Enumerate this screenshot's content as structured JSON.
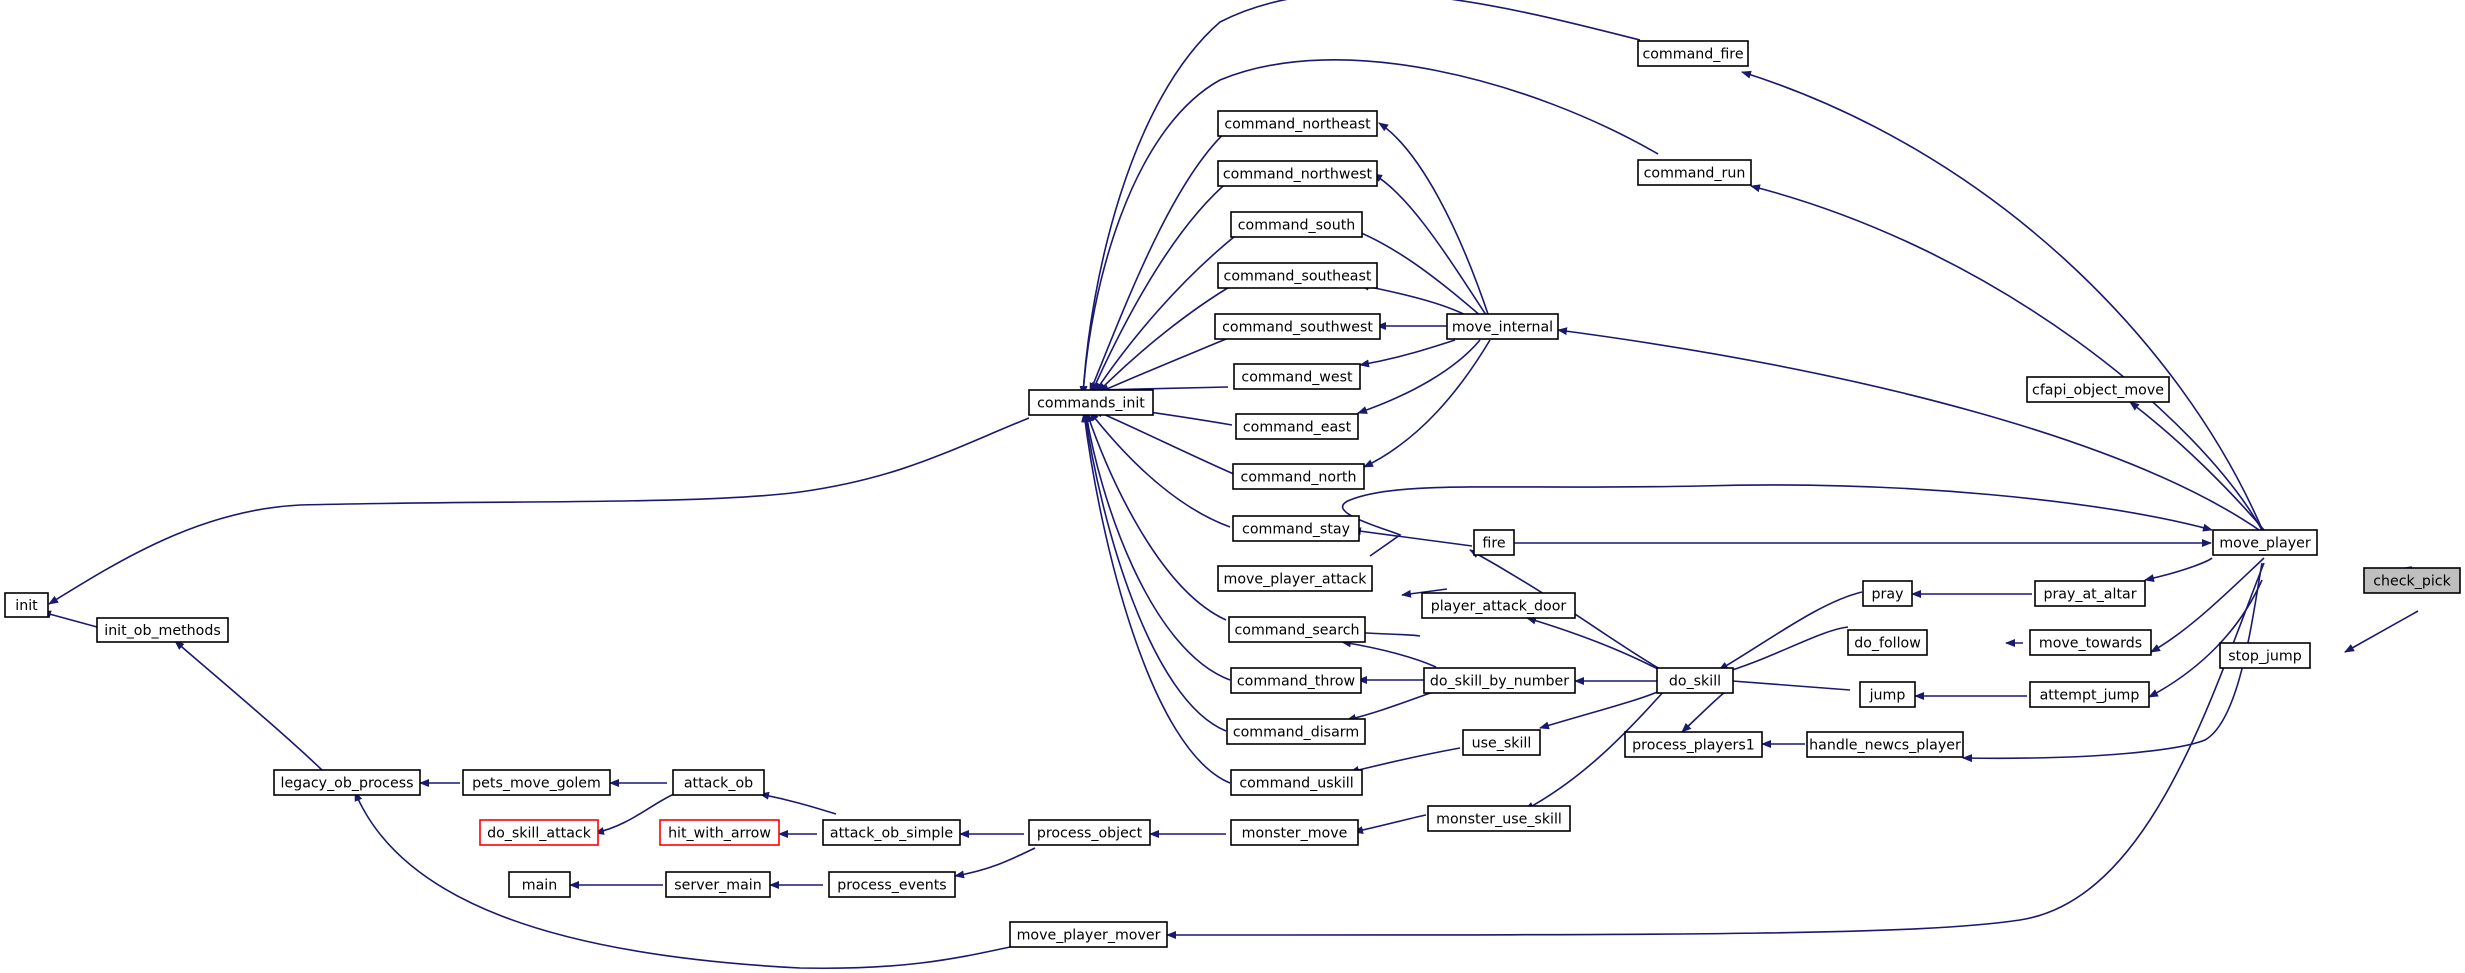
{
  "graph": {
    "colors": {
      "edge": "#191970",
      "box_border": "#000000",
      "broken_border": "#ff0000",
      "highlight_fill": "#bfbfbf"
    },
    "nodes": {
      "init": "init",
      "init_ob_methods": "init_ob_methods",
      "legacy_ob_process": "legacy_ob_process",
      "pets_move_golem": "pets_move_golem",
      "do_skill_attack": "do_skill_attack",
      "attack_ob": "attack_ob",
      "hit_with_arrow": "hit_with_arrow",
      "attack_ob_simple": "attack_ob_simple",
      "main": "main",
      "server_main": "server_main",
      "process_events": "process_events",
      "process_object": "process_object",
      "move_player_mover": "move_player_mover",
      "commands_init": "commands_init",
      "command_northeast": "command_northeast",
      "command_northwest": "command_northwest",
      "command_south": "command_south",
      "command_southeast": "command_southeast",
      "command_southwest": "command_southwest",
      "command_west": "command_west",
      "command_east": "command_east",
      "command_north": "command_north",
      "command_stay": "command_stay",
      "move_player_attack": "move_player_attack",
      "command_search": "command_search",
      "command_throw": "command_throw",
      "command_disarm": "command_disarm",
      "command_uskill": "command_uskill",
      "monster_move": "monster_move",
      "move_internal": "move_internal",
      "fire": "fire",
      "player_attack_door": "player_attack_door",
      "do_skill_by_number": "do_skill_by_number",
      "use_skill": "use_skill",
      "monster_use_skill": "monster_use_skill",
      "command_fire": "command_fire",
      "command_run": "command_run",
      "cfapi_object_move": "cfapi_object_move",
      "do_skill": "do_skill",
      "process_players1": "process_players1",
      "pray": "pray",
      "do_follow": "do_follow",
      "jump": "jump",
      "handle_newcs_player": "handle_newcs_player",
      "pray_at_altar": "pray_at_altar",
      "move_towards": "move_towards",
      "attempt_jump": "attempt_jump",
      "move_player": "move_player",
      "stop_jump": "stop_jump",
      "check_pick": "check_pick"
    }
  }
}
